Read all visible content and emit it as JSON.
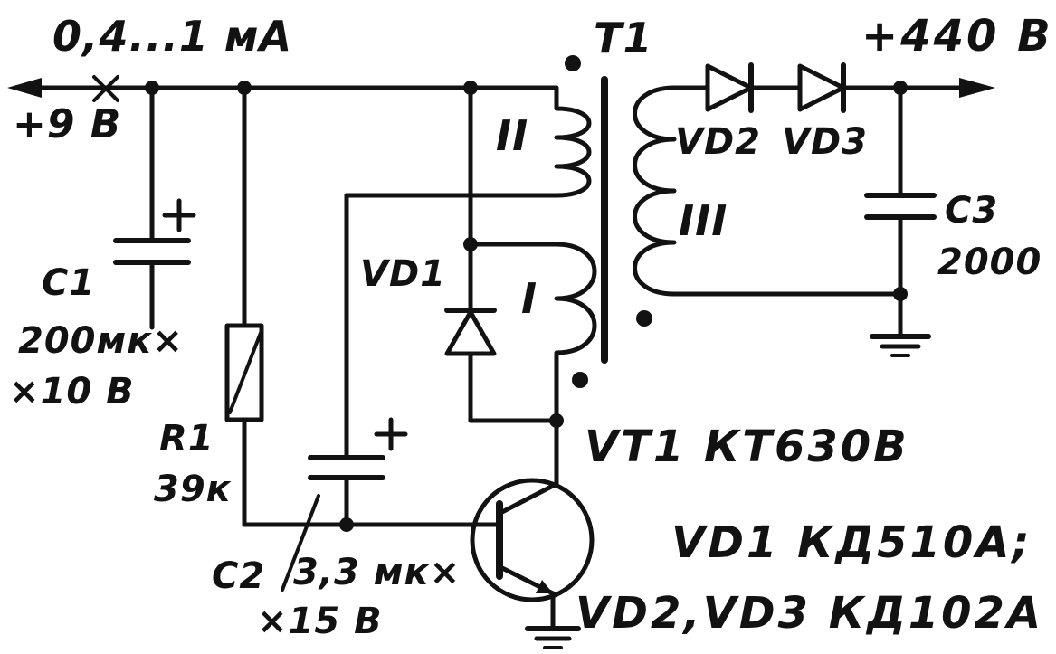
{
  "labels": {
    "current_range": "0,4...1 мА",
    "input_voltage": "+9 В",
    "transformer_ref": "Т1",
    "output_voltage": "+440 В",
    "winding_collector": "I",
    "winding_feedback": "II",
    "winding_secondary": "III",
    "c1_ref": "С1",
    "c1_value_line1": "200мк×",
    "c1_value_line2": "×10 В",
    "r1_ref": "R1",
    "r1_value": "39к",
    "c2_ref": "С2",
    "c2_value_line1": "3,3 мк×",
    "c2_value_line2": "×15 В",
    "vd1_ref": "VD1",
    "vd2_ref": "VD2",
    "vd3_ref": "VD3",
    "c3_ref": "С3",
    "c3_value": "2000"
  },
  "parts_list": {
    "transistor": "VT1  КТ630В",
    "diode1": "VD1  КД510А;",
    "diodes23": "VD2,VD3  КД102А"
  },
  "colors": {
    "ink": "#121212",
    "background": "#ffffff"
  }
}
